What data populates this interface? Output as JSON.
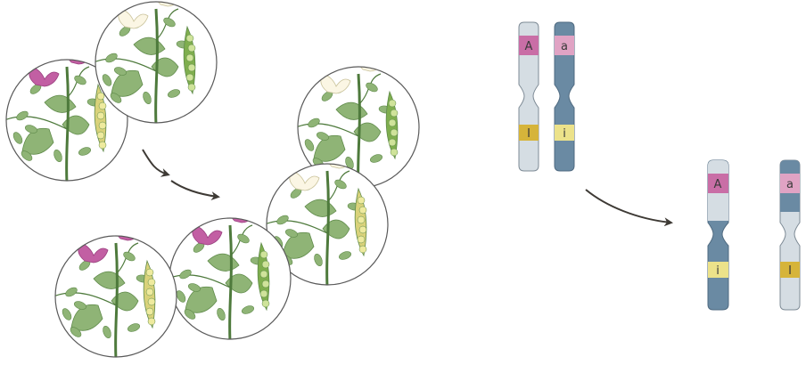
{
  "colors": {
    "background": "#ffffff",
    "leaf": "#8fb476",
    "leaf_dark": "#5f8a4a",
    "stem": "#4e7a3c",
    "flower_purple": "#c25fa3",
    "flower_white": "#fbf6e4",
    "pod_green": "#7fae4e",
    "pea_green": "#cfe39a",
    "pod_yellow": "#d9d27a",
    "pea_yellow": "#eeea9e",
    "chrom_light": "#d5dde3",
    "chrom_dark": "#6a8aa3",
    "allele_pink": "#c96ea6",
    "allele_pink_light": "#e0a3c4",
    "allele_gold": "#d6b43a",
    "allele_gold_light": "#ece28a",
    "arrow": "#3e3a35",
    "circle_border": "#5a5a5a"
  },
  "plants": [
    {
      "name": "plant-purple-flower-yellow-pod-parent",
      "flower": "purple",
      "pod": "yellow"
    },
    {
      "name": "plant-white-flower-green-pod-parent",
      "flower": "white",
      "pod": "green"
    },
    {
      "name": "plant-white-flower-green-pod-offspring-top",
      "flower": "white",
      "pod": "green"
    },
    {
      "name": "plant-white-flower-yellow-pod-offspring",
      "flower": "white",
      "pod": "yellow"
    },
    {
      "name": "plant-purple-flower-green-pod-offspring",
      "flower": "purple",
      "pod": "green"
    },
    {
      "name": "plant-purple-flower-yellow-pod-offspring",
      "flower": "purple",
      "pod": "yellow"
    }
  ],
  "chromosomes": {
    "parental": [
      {
        "name": "chromosome-parental-light",
        "color": "light",
        "upper_allele": "A",
        "lower_allele": "I"
      },
      {
        "name": "chromosome-parental-dark",
        "color": "dark",
        "upper_allele": "a",
        "lower_allele": "i"
      }
    ],
    "recombinant": [
      {
        "name": "chromosome-recombinant-light-top",
        "upper_allele": "A",
        "lower_allele": "i"
      },
      {
        "name": "chromosome-recombinant-dark-top",
        "upper_allele": "a",
        "lower_allele": "I"
      }
    ]
  }
}
